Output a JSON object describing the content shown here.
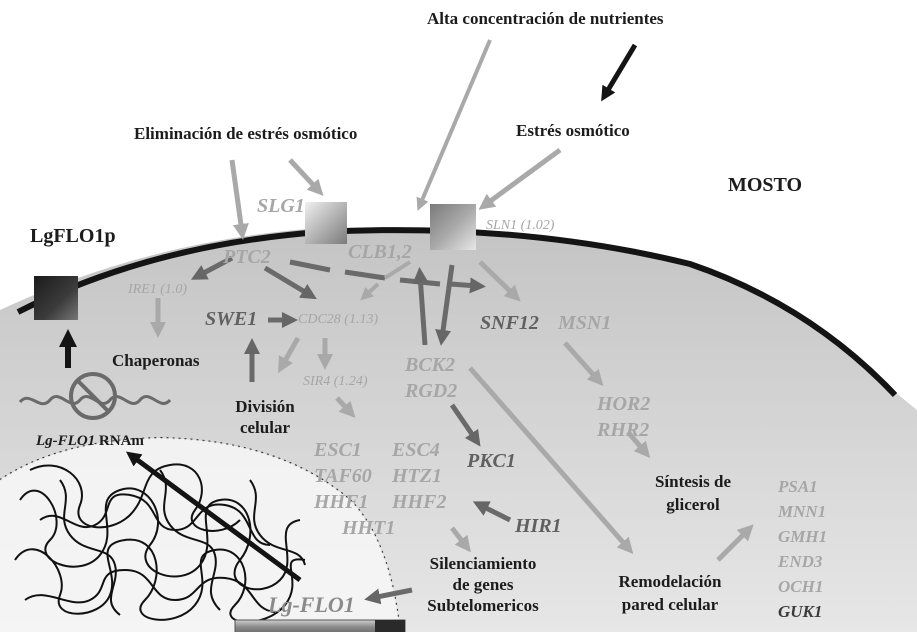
{
  "labels": {
    "alta_concentracion": "Alta concentración de nutrientes",
    "eliminacion": "Eliminación de estrés osmótico",
    "estres_osmotico": "Estrés osmótico",
    "mosto": "MOSTO",
    "lgflo1p": "LgFLO1p",
    "chaperonas": "Chaperonas",
    "division_1": "División",
    "division_2": "celular",
    "rnam_gene": "Lg-FLO1",
    "rnam_suffix": "RNAm",
    "sintesis_1": "Síntesis de",
    "sintesis_2": "glicerol",
    "silenciamiento_1": "Silenciamiento",
    "silenciamiento_2": "de genes",
    "silenciamiento_3": "Subtelomericos",
    "remodelacion_1": "Remodelación",
    "remodelacion_2": "pared celular"
  },
  "genes": {
    "slg1": "SLG1",
    "sln1": "SLN1 (1.02)",
    "ptc2": "PTC2",
    "clb12": "CLB1,2",
    "ire1": "IRE1 (1.0)",
    "swe1": "SWE1",
    "cdc28": "CDC28 (1.13)",
    "snf12": "SNF12",
    "msn1": "MSN1",
    "bck2": "BCK2",
    "rgd2": "RGD2",
    "sir4": "SIR4 (1.24)",
    "hor2": "HOR2",
    "rhr2": "RHR2",
    "esc1": "ESC1",
    "esc4": "ESC4",
    "taf60": "TAF60",
    "htz1": "HTZ1",
    "hhf1": "HHF1",
    "hhf2": "HHF2",
    "hht1": "HHT1",
    "pkc1": "PKC1",
    "hir1": "HIR1",
    "lgflo1": "Lg-FLO1",
    "psa1": "PSA1",
    "mnn1": "MNN1",
    "gmh1": "GMH1",
    "end3": "END3",
    "och1": "OCH1",
    "guk1": "GUK1"
  },
  "colors": {
    "membrane": "#141414",
    "cell_interior": "#d2d2d2",
    "arrow_light": "#a9a9a9",
    "arrow_mid": "#8c8c8c",
    "arrow_dark": "#6a6a6a",
    "arrow_black": "#141414"
  },
  "icons": [
    "prohibited-icon",
    "receptor-square",
    "dna-tangle"
  ]
}
